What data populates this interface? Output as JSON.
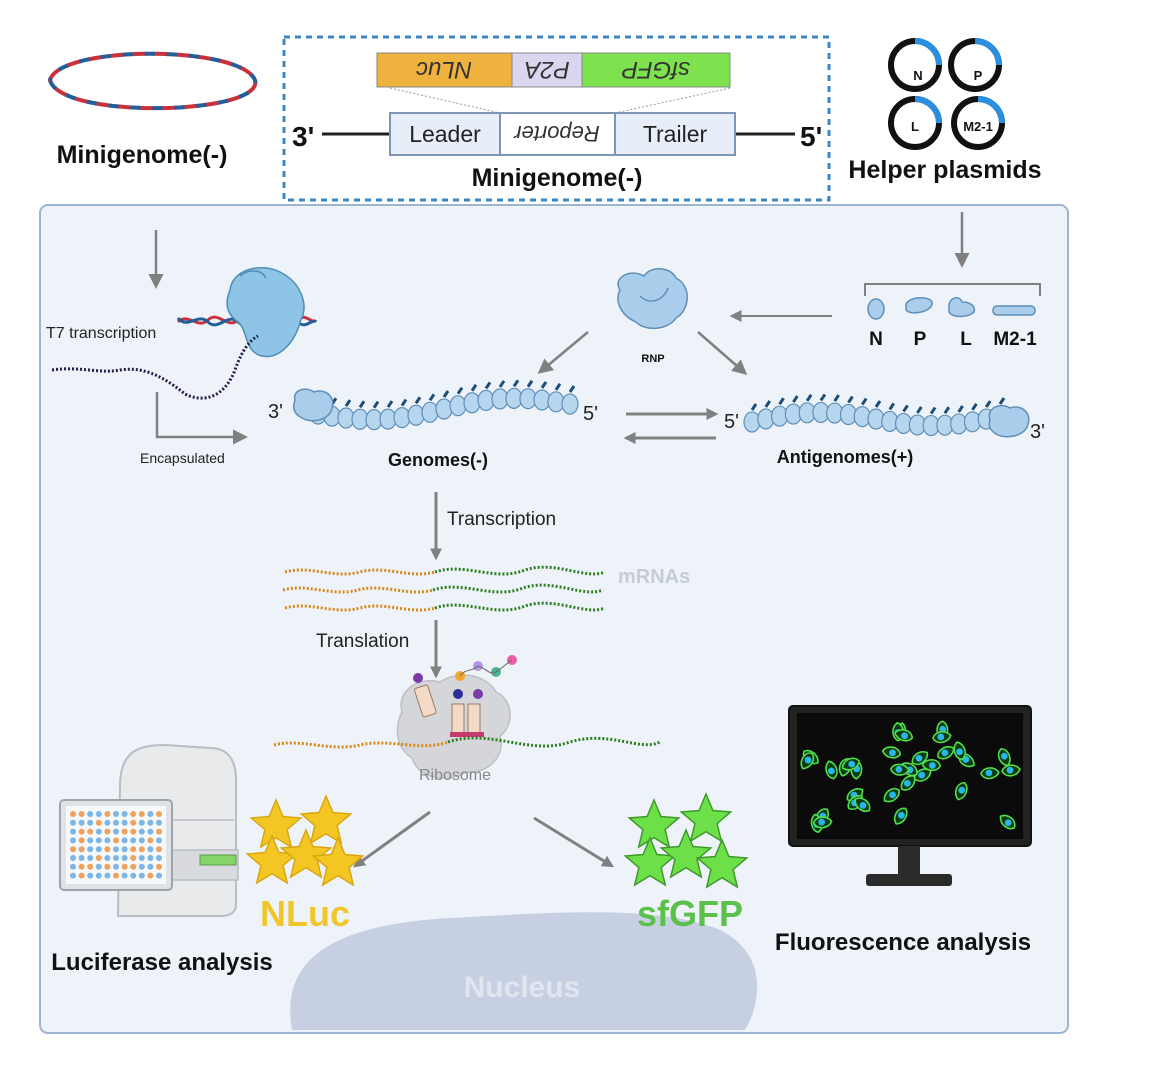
{
  "top_left": {
    "label": "Minigenome(-)"
  },
  "construct": {
    "reporter_segments": [
      "NLuc",
      "P2A",
      "sfGFP"
    ],
    "segments": [
      "Leader",
      "Reporter",
      "Trailer"
    ],
    "end_3": "3'",
    "end_5": "5'",
    "caption": "Minigenome(-)"
  },
  "helper": {
    "label": "Helper plasmids",
    "plasmids": [
      "N",
      "P",
      "L",
      "M2-1"
    ],
    "proteins": [
      "N",
      "P",
      "L",
      "M2-1"
    ]
  },
  "cell": {
    "t7_label": "T7  transcription",
    "encapsulated_label": "Encapsulated",
    "rnp_label": "RNP",
    "genomes": {
      "label": "Genomes(-)",
      "end_left": "3'",
      "end_right": "5'"
    },
    "antigenomes": {
      "label": "Antigenomes(+)",
      "end_left": "5'",
      "end_right": "3'"
    },
    "transcription_label": "Transcription",
    "mrna_label": "mRNAs",
    "translation_label": "Translation",
    "ribosome_label": "Ribosome",
    "nluc_label": "NLuc",
    "sfgfp_label": "sfGFP",
    "luciferase_label": "Luciferase analysis",
    "fluorescence_label": "Fluorescence analysis",
    "nucleus_label": "Nucleus"
  },
  "colors": {
    "cell_bg": "#eef3f9",
    "cell_border": "#9db4d2",
    "dashed_box": "#3b86c4",
    "nluc": "#efb23f",
    "p2a": "#d9d6ef",
    "sfgfp": "#7ee14e",
    "nluc_text": "#f0c62b",
    "sfgfp_text": "#5cc04c",
    "rnp": "#a9cdea",
    "arrow": "#808080",
    "mrna_orange": "#d58a18",
    "mrna_green": "#2e7d1e",
    "nucleus": "#c7d0e2"
  }
}
